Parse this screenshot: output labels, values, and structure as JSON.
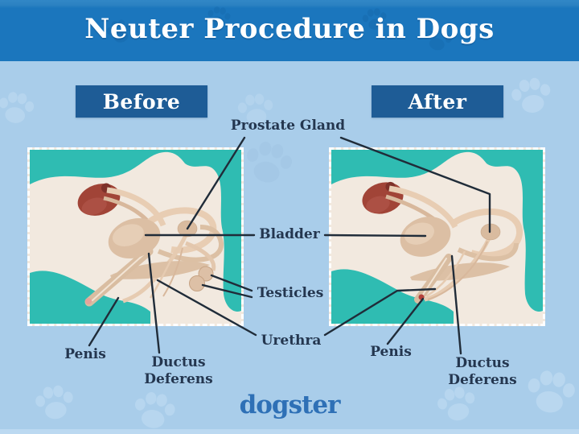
{
  "title": "Neuter Procedure in Dogs",
  "badges": {
    "before": "Before",
    "after": "After"
  },
  "anatomy_labels": {
    "prostate_gland": "Prostate Gland",
    "bladder": "Bladder",
    "testicles": "Testicles",
    "urethra": "Urethra",
    "penis_before": "Penis",
    "ductus_deferens_before": "Ductus Deferens",
    "penis_after": "Penis",
    "ductus_deferens_after": "Ductus Deferens"
  },
  "brand": "dogster",
  "icons": [
    "paw-print-icon"
  ],
  "colors": {
    "background_blue": "#a9cdea",
    "header_blue": "#1b76bd",
    "badge_navy": "#1e5c96",
    "label_text_navy": "#24364f",
    "leader_line": "#202c39",
    "panel_teal": "#2fbcb2",
    "panel_cream": "#f2e9df",
    "kidney_red": "#a14437",
    "organ_tan": "#dcbfa4",
    "incision_red": "#b5413b",
    "brand_blue": "#2e70b6"
  }
}
